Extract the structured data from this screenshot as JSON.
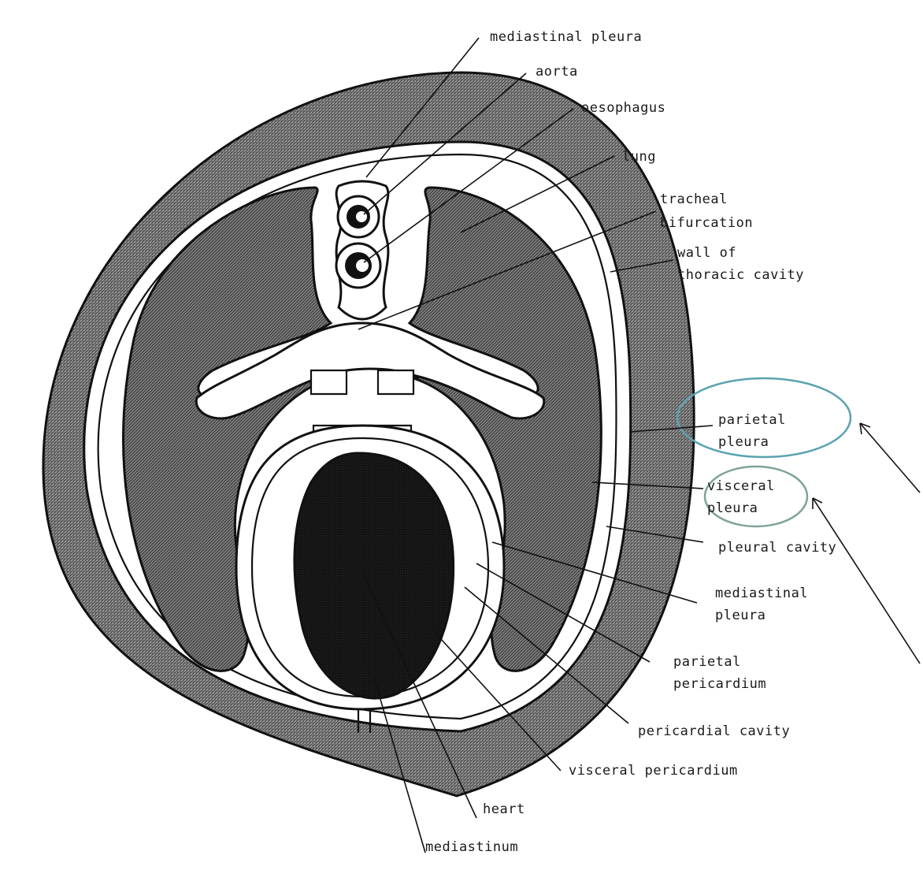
{
  "labels": {
    "mediastinal_pleura_top": "mediastinal pleura",
    "aorta": "aorta",
    "oesophagus": "oesophagus",
    "lung": "lung",
    "tracheal_1": "tracheal",
    "tracheal_2": "bifurcation",
    "wall_1": "wall of",
    "wall_2": "thoracic cavity",
    "parietal_pleura_1": "parietal",
    "parietal_pleura_2": "pleura",
    "visceral_pleura_1": "visceral",
    "visceral_pleura_2": "pleura",
    "pleural_cavity": "pleural cavity",
    "mediastinal_pleura_1": "mediastinal",
    "mediastinal_pleura_2": "pleura",
    "parietal_pericardium_1": "parietal",
    "parietal_pericardium_2": "pericardium",
    "pericardial_cavity": "pericardial cavity",
    "visceral_pericardium": "visceral pericardium",
    "heart": "heart",
    "mediastinum": "mediastinum"
  },
  "colors": {
    "wall_hatch": "#7a7a7a",
    "lung_hatch": "#6e6e6e",
    "heart": "#141414",
    "highlight_circle": "#5aa3b0",
    "highlight_circle_2": "#7fa39c"
  }
}
